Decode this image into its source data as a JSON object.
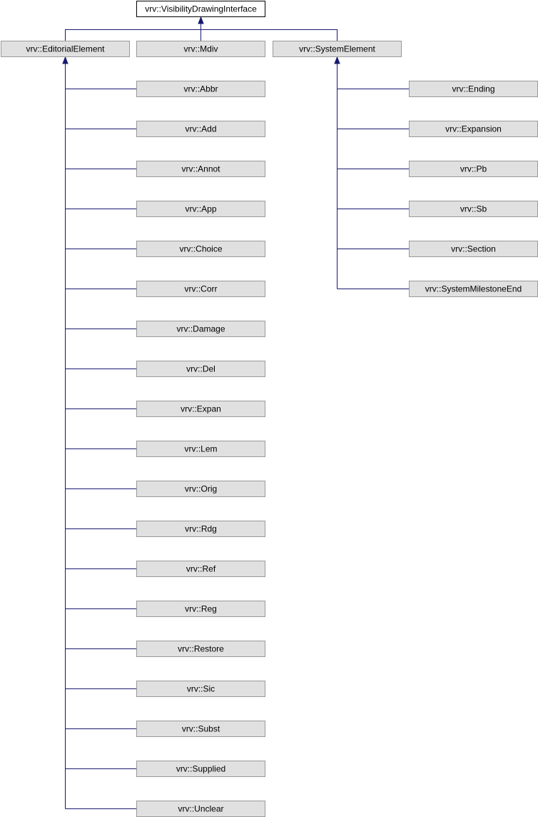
{
  "diagram": {
    "edge_color": "#191970",
    "root": "vrv::VisibilityDrawingInterface",
    "level1": [
      "vrv::EditorialElement",
      "vrv::Mdiv",
      "vrv::SystemElement"
    ],
    "editorial_children": [
      "vrv::Abbr",
      "vrv::Add",
      "vrv::Annot",
      "vrv::App",
      "vrv::Choice",
      "vrv::Corr",
      "vrv::Damage",
      "vrv::Del",
      "vrv::Expan",
      "vrv::Lem",
      "vrv::Orig",
      "vrv::Rdg",
      "vrv::Ref",
      "vrv::Reg",
      "vrv::Restore",
      "vrv::Sic",
      "vrv::Subst",
      "vrv::Supplied",
      "vrv::Unclear"
    ],
    "system_children": [
      "vrv::Ending",
      "vrv::Expansion",
      "vrv::Pb",
      "vrv::Sb",
      "vrv::Section",
      "vrv::SystemMilestoneEnd"
    ]
  }
}
